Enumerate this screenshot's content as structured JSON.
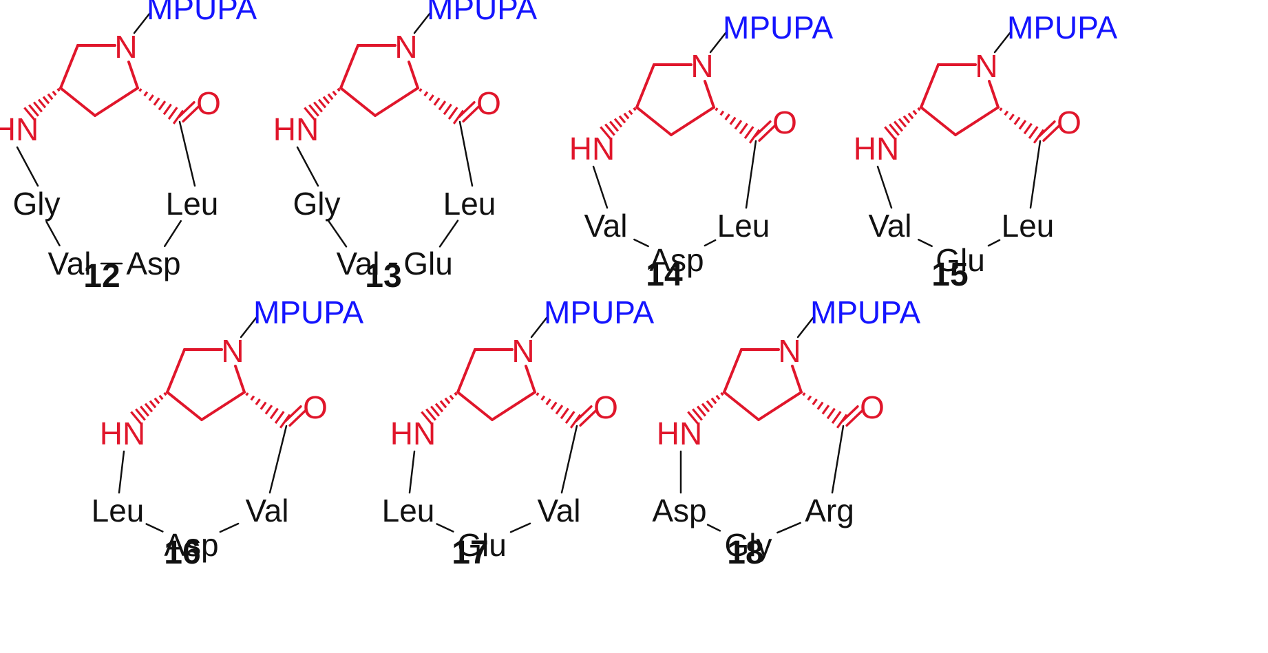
{
  "colors": {
    "core": "#e0162b",
    "substituent": "#1414ff",
    "peptide": "#111111"
  },
  "labels": {
    "carbonyl_o": "O",
    "ring_n": "N",
    "amine": "HN",
    "substituent": "MPUPA"
  },
  "compounds": [
    {
      "id": "12",
      "residues": [
        "Gly",
        "Val",
        "Asp",
        "Leu"
      ]
    },
    {
      "id": "13",
      "residues": [
        "Gly",
        "Val",
        "Glu",
        "Leu"
      ]
    },
    {
      "id": "14",
      "residues": [
        "Val",
        "Asp",
        "Leu"
      ]
    },
    {
      "id": "15",
      "residues": [
        "Val",
        "Glu",
        "Leu"
      ]
    },
    {
      "id": "16",
      "residues": [
        "Leu",
        "Asp",
        "Val"
      ]
    },
    {
      "id": "17",
      "residues": [
        "Leu",
        "Glu",
        "Val"
      ]
    },
    {
      "id": "18",
      "residues": [
        "Asp",
        "Gly",
        "Arg"
      ]
    }
  ]
}
